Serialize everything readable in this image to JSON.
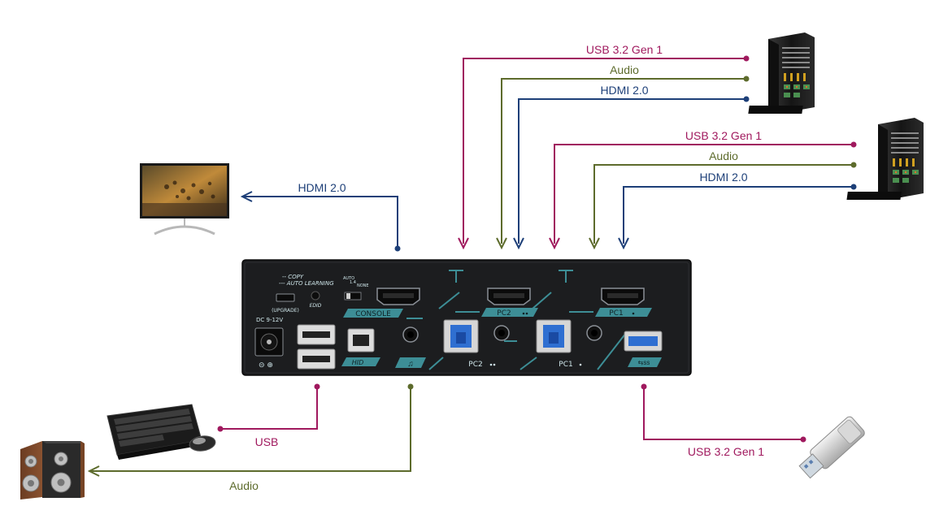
{
  "colors": {
    "usb": "#a0195e",
    "audio": "#5d6b2c",
    "hdmi": "#1d3f78",
    "panel": "#1c1d1f",
    "panel_accent": "#3d8e96",
    "usb3_port": "#2f6fd1"
  },
  "connections": {
    "pc1": {
      "usb": "USB 3.2 Gen 1",
      "audio": "Audio",
      "hdmi": "HDMI 2.0"
    },
    "pc2": {
      "usb": "USB 3.2 Gen 1",
      "audio": "Audio",
      "hdmi": "HDMI 2.0"
    },
    "monitor": "HDMI 2.0",
    "keyboard_mouse": "USB",
    "speakers": "Audio",
    "usb_drive": "USB 3.2 Gen 1"
  },
  "panel": {
    "copy": "-- COPY",
    "auto_learning": "--- AUTO LEARNING",
    "upgrade": "(UPGRADE)",
    "edid": "EDID",
    "auto": "AUTO",
    "v14": "1.4",
    "none": "NONE",
    "console": "CONSOLE",
    "pc2": "PC2",
    "pc1": "PC1",
    "dc": "DC 9-12V",
    "hid": "HID"
  },
  "icons": {
    "monitor": "monitor-icon",
    "server_top": "tower-server-icon",
    "server_bottom": "tower-server-icon",
    "keyboard": "keyboard-icon",
    "mouse": "mouse-icon",
    "speakers": "speaker-icon",
    "usb_drive": "usb-drive-icon"
  }
}
